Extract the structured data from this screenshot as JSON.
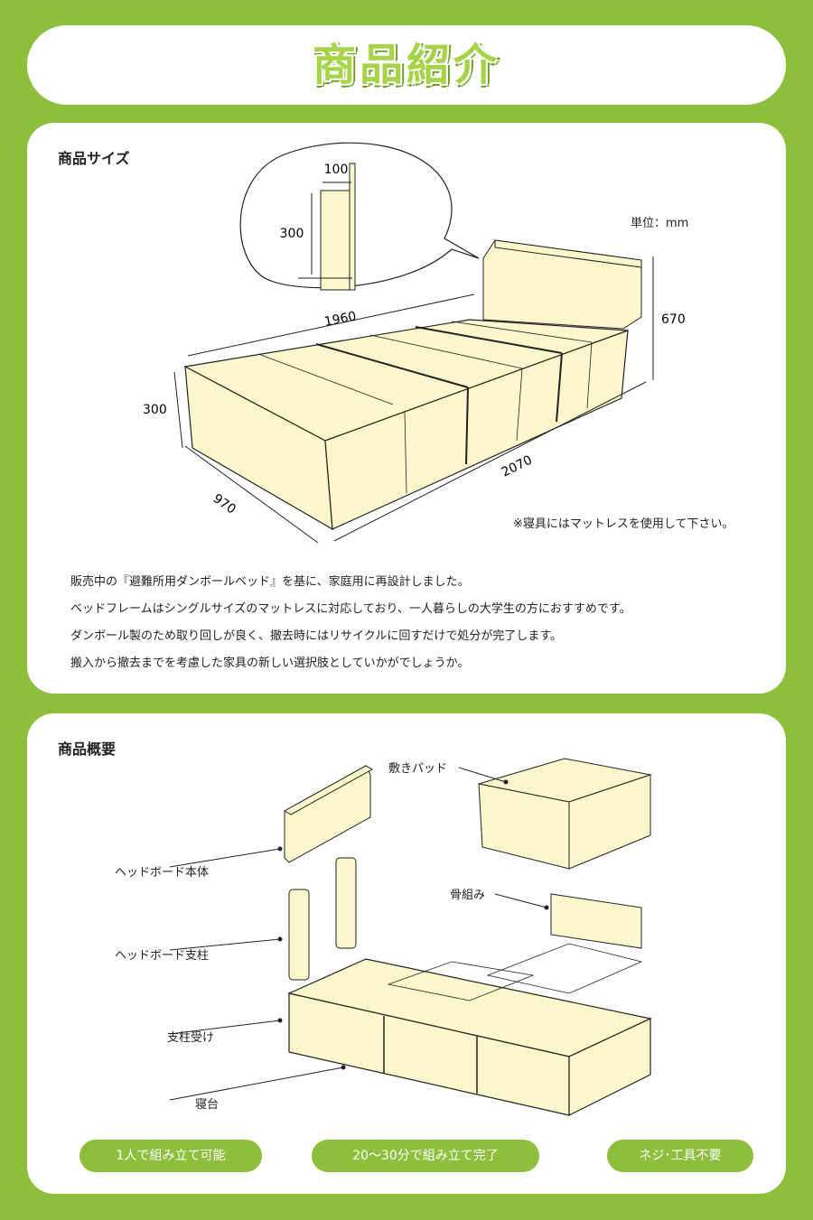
{
  "title": "商品紹介",
  "size_section": {
    "heading": "商品サイズ",
    "unit": "単位：mm",
    "dims": {
      "detail_width": "100",
      "detail_height": "300",
      "length_inner": "1960",
      "length_outer": "2070",
      "height_side": "300",
      "width": "970",
      "total_height": "670"
    },
    "note": "※寝具にはマットレスを使用して下さい。",
    "description": [
      "販売中の『避難所用ダンボールベッド』を基に、家庭用に再設計しました。",
      "ベッドフレームはシングルサイズのマットレスに対応しており、一人暮らしの大学生の方におすすめです。",
      "ダンボール製のため取り回しが良く、撤去時にはリサイクルに回すだけで処分が完了します。",
      "搬入から撤去までを考慮した家具の新しい選択肢としていかがでしょうか。"
    ]
  },
  "overview_section": {
    "heading": "商品概要",
    "parts": {
      "headboard_body": "ヘッドボード本体",
      "headboard_post": "ヘッドボード支柱",
      "post_receiver": "支柱受け",
      "base": "寝台",
      "pad": "敷きパッド",
      "frame": "骨組み"
    }
  },
  "badges": [
    "1人で組み立て可能",
    "20〜30分で組み立て完了",
    "ネジ･工具不要"
  ],
  "colors": {
    "green": "#8dbe3c",
    "cardboard": "#fbf6cc",
    "title_text": "#a6d348"
  }
}
